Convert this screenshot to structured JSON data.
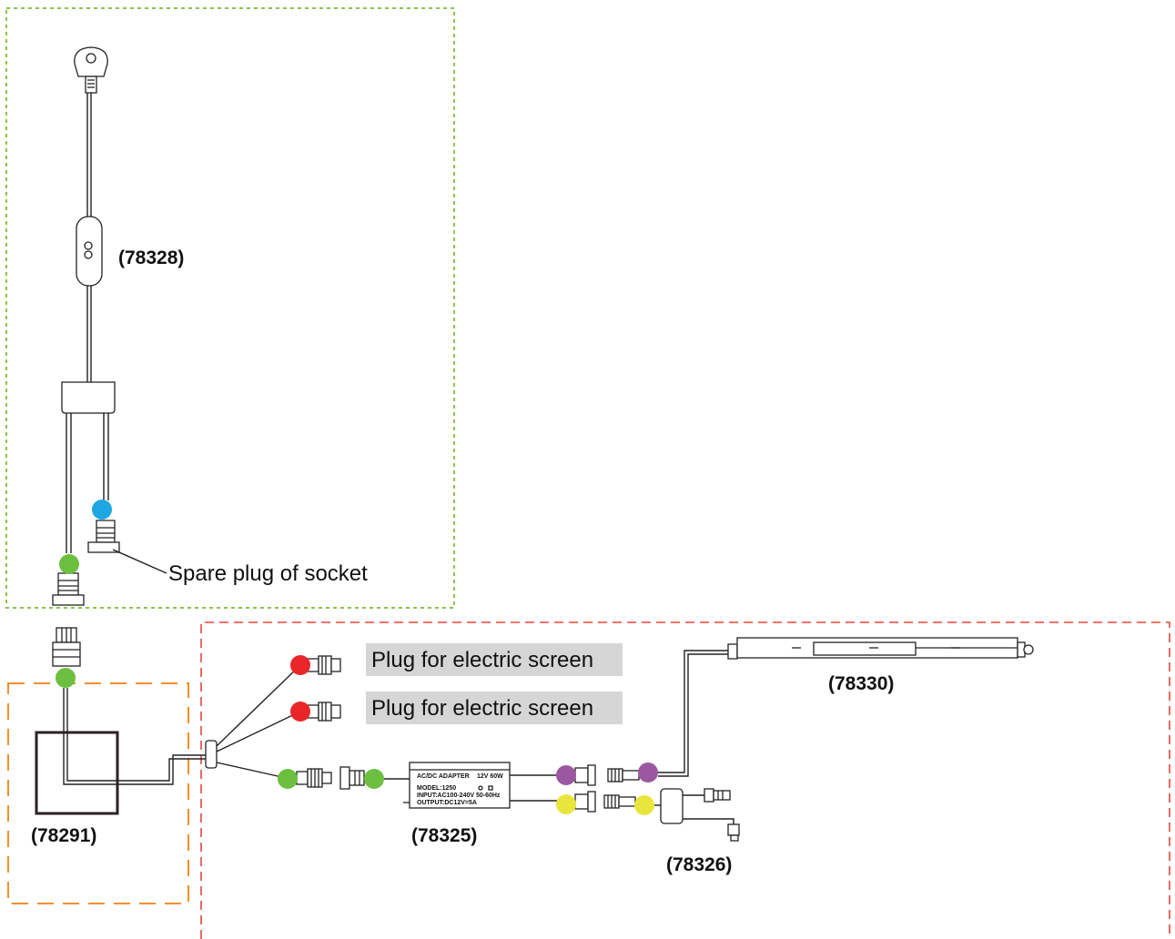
{
  "colors": {
    "green_dot": "#6cbf3f",
    "blue_dot": "#1ea6e3",
    "red_dot": "#e8262a",
    "purple_dot": "#9b57a0",
    "yellow_dot": "#e8e63d",
    "green_border": "#8cc34a",
    "orange_border": "#f0902d",
    "red_border": "#e8463a",
    "label_highlight": "#d6d6d6"
  },
  "labels": {
    "switch_cable": "(78328)",
    "spare_plug": "Spare plug of socket",
    "screen_plug_1": "Plug for electric screen",
    "screen_plug_2": "Plug for electric screen",
    "actuator": "(78330)",
    "junction_box": "(78291)",
    "adapter": "(78325)",
    "splitter": "(78326)"
  },
  "adapter_text": {
    "title": "AC/DC ADAPTER",
    "rating": "12V 60W",
    "model": "MODEL:1250",
    "input": "INPUT:AC100-240V 50-60Hz",
    "output": "OUTPUT:DC12V=5A"
  }
}
